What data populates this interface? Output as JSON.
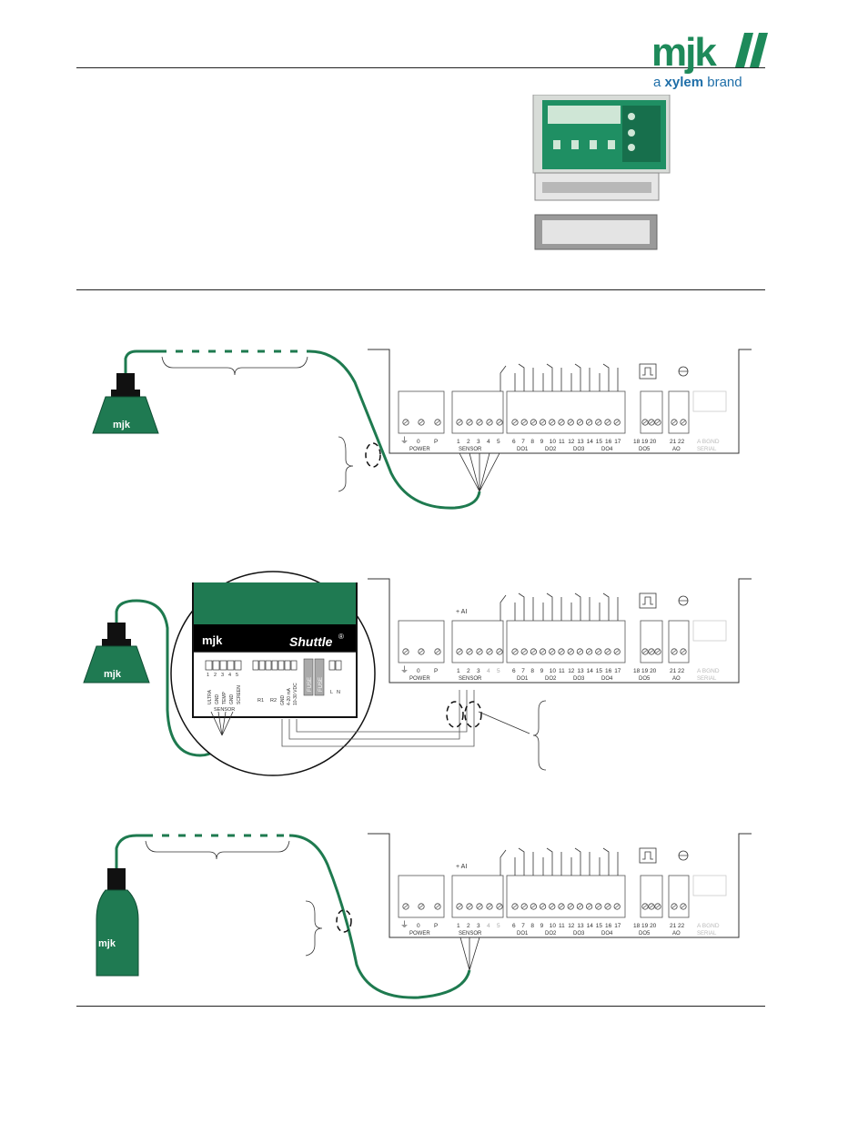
{
  "logo": {
    "mark": "mjk",
    "tagline_prefix": "a",
    "tagline_brand": "xylem",
    "tagline_suffix": "brand"
  },
  "terminal_labels": {
    "power": "POWER",
    "power_pins": [
      "0",
      "P"
    ],
    "sensor": "SENSOR",
    "sensor_pins": [
      "1",
      "2",
      "3",
      "4",
      "5"
    ],
    "do_pins": [
      "6",
      "7",
      "8",
      "9",
      "10",
      "11",
      "12",
      "13",
      "14",
      "15",
      "16",
      "17"
    ],
    "do_groups": [
      "DO1",
      "DO2",
      "DO3",
      "DO4"
    ],
    "do5_pins": [
      "18",
      "19",
      "20"
    ],
    "do5": "DO5",
    "ao_pins": [
      "21",
      "22"
    ],
    "ao": "AO",
    "serial_pins": [
      "A",
      "BGND"
    ],
    "serial": "SERIAL",
    "ai": "+ AI"
  },
  "sensor_brand": "mjk",
  "shuttle": {
    "brand": "mjk",
    "model": "Shuttle",
    "reg": "®",
    "sensor_pins": [
      "1",
      "2",
      "3",
      "4",
      "5"
    ],
    "sensor_pin_names": [
      "ULTRA",
      "GND",
      "TEMP",
      "GND",
      "SCREEN"
    ],
    "sensor_group": "SENSOR",
    "relay_labels": [
      "R1",
      "R2"
    ],
    "out_labels": [
      "GND",
      "4-20 mA",
      "10-30 VDC"
    ],
    "fuse": "FUSE",
    "mains": [
      "L",
      "N"
    ]
  }
}
